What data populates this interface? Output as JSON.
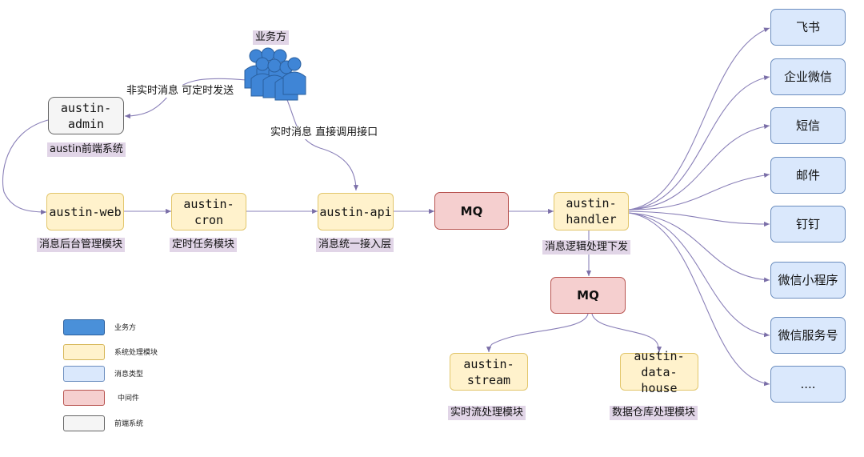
{
  "business": {
    "label": "业务方"
  },
  "edge_labels": {
    "non_realtime": "非实时消息 可定时发送",
    "realtime": "实时消息 直接调用接口"
  },
  "nodes": {
    "admin": "austin-admin",
    "web": "austin-web",
    "cron": "austin-cron",
    "api": "austin-api",
    "mq1": "MQ",
    "handler": "austin-\nhandler",
    "mq2": "MQ",
    "stream": "austin-\nstream",
    "datahouse": "austin-data-\nhouse"
  },
  "tags": {
    "admin": "austin前端系统",
    "web": "消息后台管理模块",
    "cron": "定时任务模块",
    "api": "消息统一接入层",
    "handler": "消息逻辑处理下发",
    "stream": "实时流处理模块",
    "datahouse": "数据仓库处理模块"
  },
  "channels": [
    "飞书",
    "企业微信",
    "短信",
    "邮件",
    "钉钉",
    "微信小程序",
    "微信服务号",
    "...."
  ],
  "legend": [
    {
      "label": "业务方",
      "color": "#4a90d9"
    },
    {
      "label": "系统处理模块",
      "color": "#fff2cc"
    },
    {
      "label": "消息类型",
      "color": "#dae8fc"
    },
    {
      "label": "中间件",
      "color": "#f5cfcf"
    },
    {
      "label": "前端系统",
      "color": "#f5f5f5"
    }
  ]
}
